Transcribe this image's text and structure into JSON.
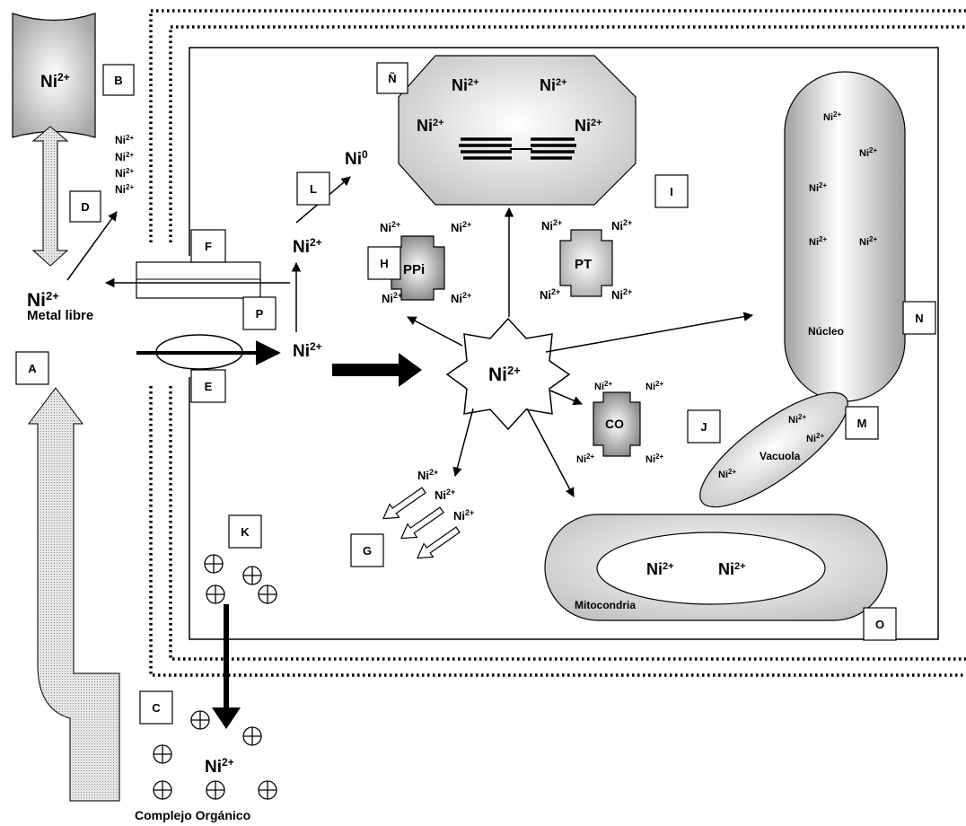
{
  "ion": {
    "base": "Ni",
    "charge": "2+"
  },
  "metal_zero": {
    "base": "Ni",
    "charge": "0"
  },
  "labels": {
    "A": "A",
    "B": "B",
    "C": "C",
    "D": "D",
    "E": "E",
    "F": "F",
    "G": "G",
    "H": "H",
    "I": "I",
    "J": "J",
    "K": "K",
    "L": "L",
    "M": "M",
    "N": "N",
    "Ntilde": "Ñ",
    "O": "O",
    "P": "P"
  },
  "text": {
    "metal_libre": "Metal libre",
    "complejo_organico": "Complejo Orgánico",
    "nucleo": "Núcleo",
    "vacuola": "Vacuola",
    "mitocondria": "Mitocondria",
    "ppi": "PPi",
    "pt": "PT",
    "co": "CO"
  },
  "colors": {
    "stroke": "#000000",
    "organelle_fill": "#b3b3b3",
    "highlight": "#ffffff",
    "background": "#ffffff"
  }
}
